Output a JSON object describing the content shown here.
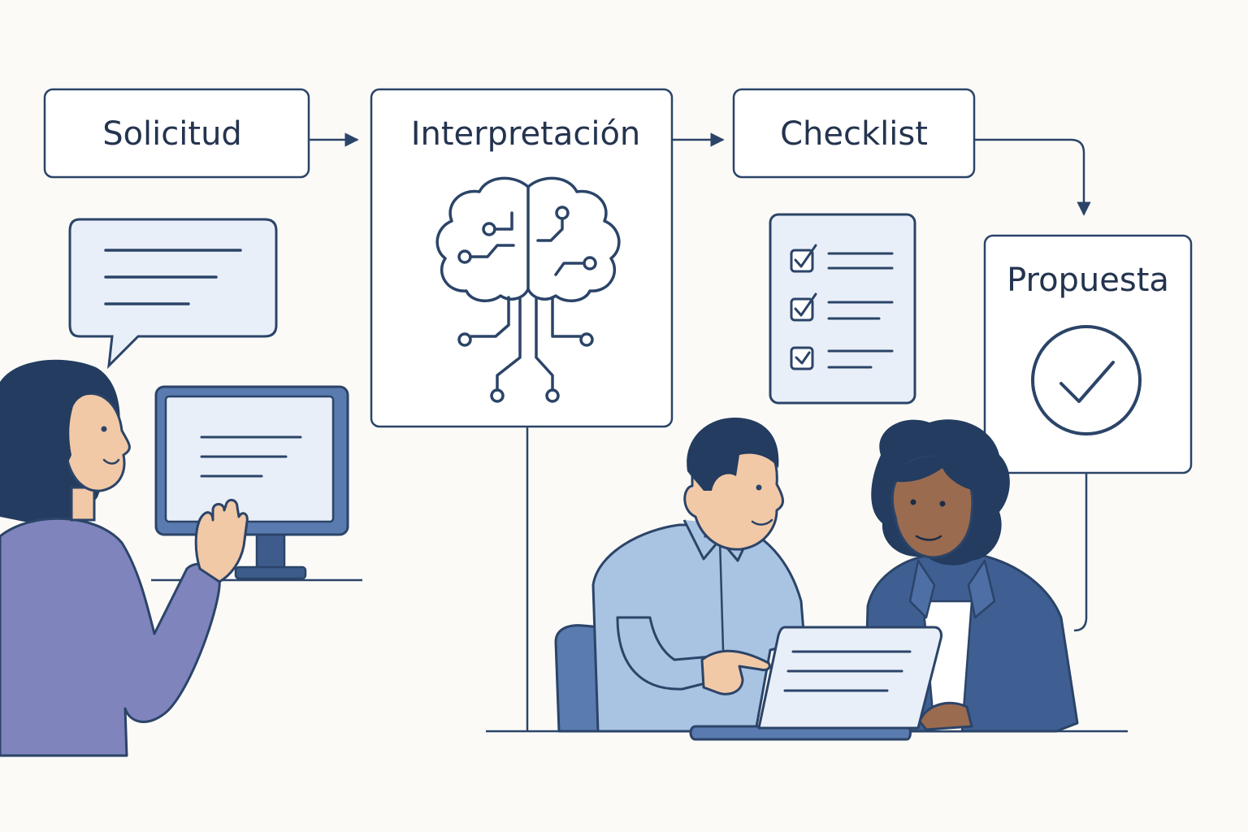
{
  "colors": {
    "navy": "#2b4468",
    "ink": "#24344f",
    "panel_fill": "#e9eff8",
    "background": "#fbfaf7",
    "sweater_purple": "#7f84bd",
    "shirt_blue": "#a9c3e3",
    "blazer_blue": "#3f5f93",
    "skin_light": "#f1c9a7",
    "skin_dark": "#9b6b4f",
    "hair_dark": "#233c5f"
  },
  "steps": {
    "solicitud": {
      "label": "Solicitud"
    },
    "interpretacion": {
      "label": "Interpretación"
    },
    "checklist": {
      "label": "Checklist"
    },
    "propuesta": {
      "label": "Propuesta"
    }
  },
  "icons": {
    "interpretacion": "brain-circuit-icon",
    "checklist": "checklist-clipboard-icon",
    "propuesta": "check-circle-icon",
    "solicitud": "speech-bubble-icon"
  }
}
